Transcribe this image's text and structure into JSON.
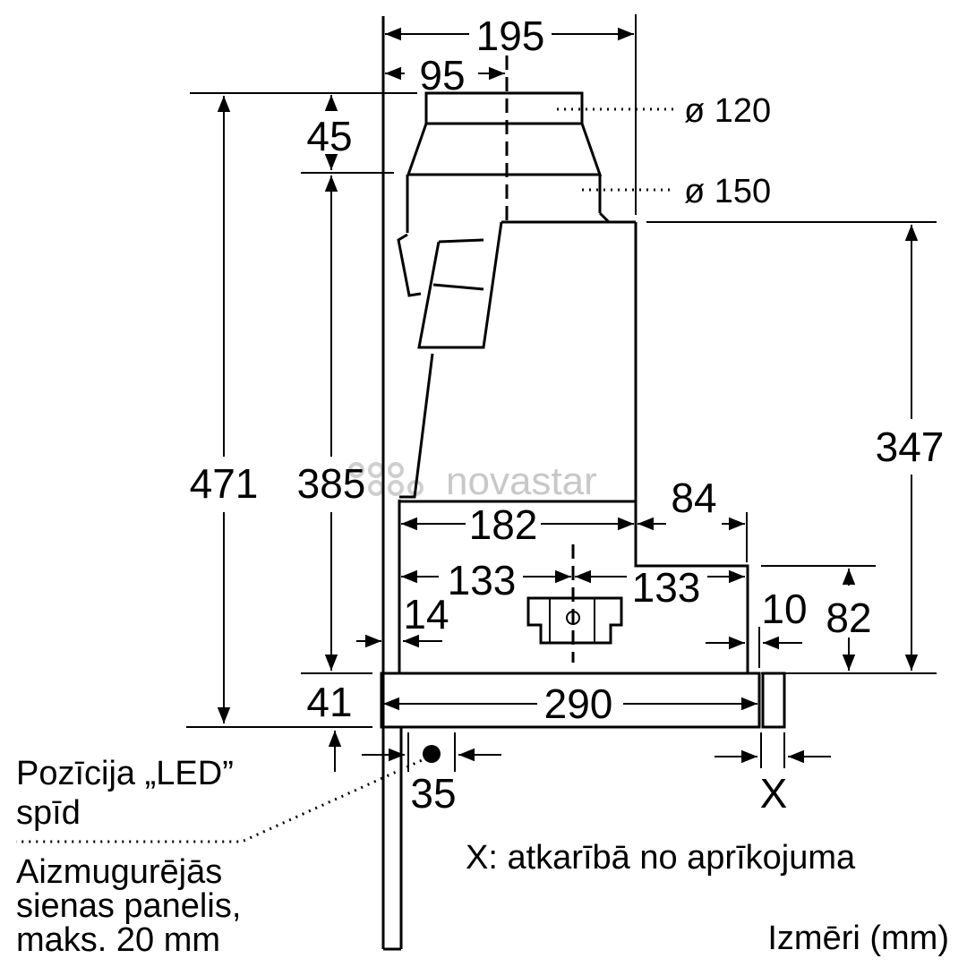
{
  "dimensions": {
    "d195": "195",
    "d95": "95",
    "d45": "45",
    "d120": "ø 120",
    "d150": "ø 150",
    "d347": "347",
    "d471": "471",
    "d385": "385",
    "d84": "84",
    "d182": "182",
    "d133_left": "133",
    "d133_right": "133",
    "d14": "14",
    "d10": "10",
    "d82": "82",
    "d41": "41",
    "d290": "290",
    "d35": "35",
    "dX": "X"
  },
  "labels": {
    "led_line1": "Pozīcija „LED”",
    "led_line2": "spīd",
    "panel_line1": "Aizmugurējās",
    "panel_line2": "sienas panelis,",
    "panel_line3": "maks. 20 mm",
    "x_note": "X: atkarībā no aprīkojuma",
    "units": "Izmēri (mm)"
  },
  "watermark": "novastar"
}
